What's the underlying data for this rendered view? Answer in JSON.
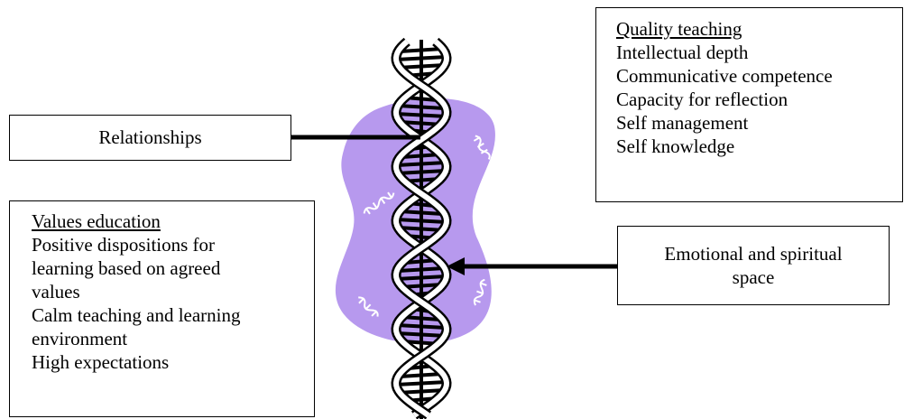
{
  "relationships_box": {
    "label": "Relationships"
  },
  "quality_teaching_box": {
    "heading": "Quality teaching",
    "items": [
      "Intellectual depth",
      "Communicative competence",
      "Capacity for reflection",
      "Self management",
      "Self knowledge"
    ]
  },
  "values_education_box": {
    "heading": "Values education",
    "lines": [
      "Positive dispositions for",
      "learning based on agreed",
      "values",
      "Calm teaching and learning",
      "environment",
      "High expectations"
    ]
  },
  "emotional_box": {
    "lines": [
      "Emotional and spiritual",
      "space"
    ]
  },
  "colors": {
    "blob": "#b799ee",
    "stroke": "#000000",
    "background": "#ffffff"
  },
  "icons": {
    "helix": "dna-helix-icon",
    "strands": "dna-strand-icon"
  }
}
